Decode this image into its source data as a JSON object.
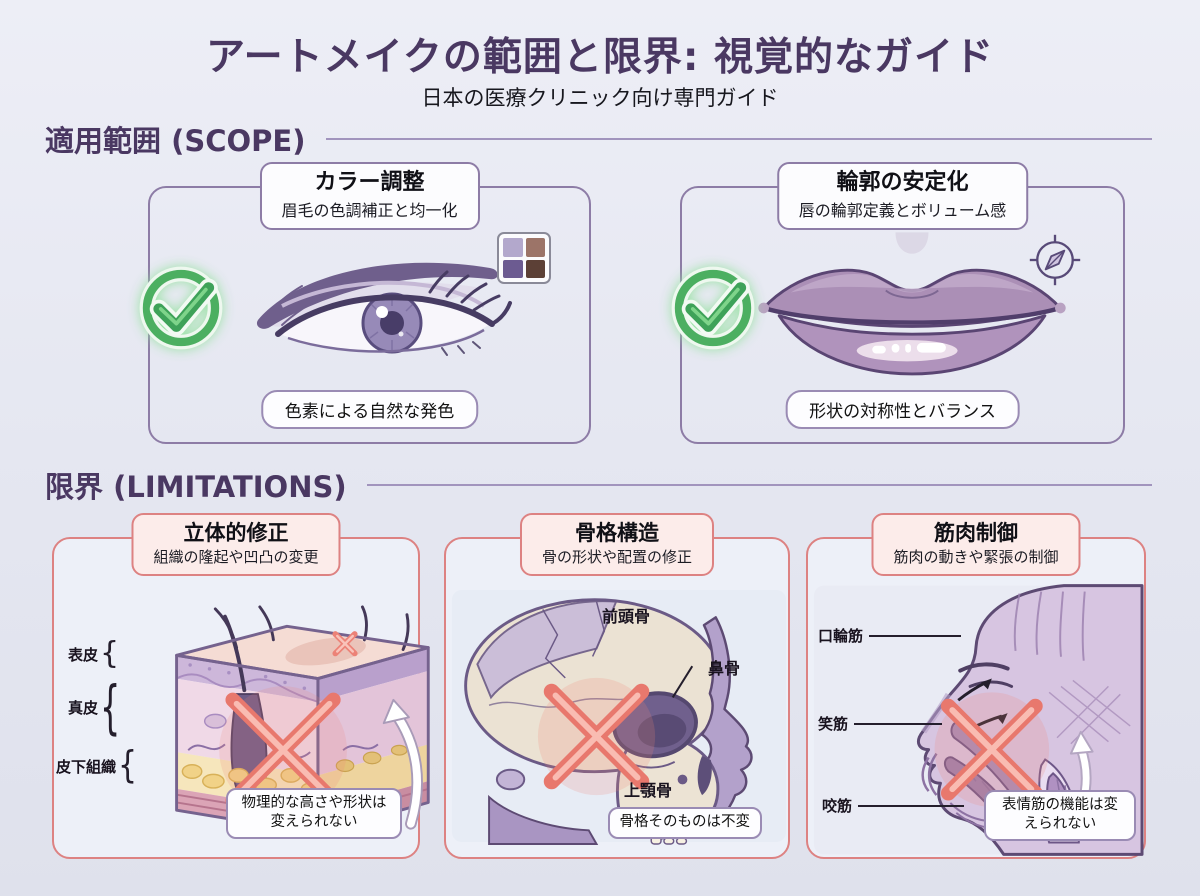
{
  "page": {
    "title": "アートメイクの範囲と限界: 視覚的なガイド",
    "subtitle": "日本の医療クリニック向け専門ガイド"
  },
  "scope": {
    "heading": "適用範囲 (SCOPE)",
    "cards": [
      {
        "title": "カラー調整",
        "subtitle": "眉毛の色調補正と均一化",
        "footer": "色素による自然な発色",
        "status_icon": "green-check",
        "illustration": "eye-and-eyebrow",
        "corner_icon": "color-swatches"
      },
      {
        "title": "輪郭の安定化",
        "subtitle": "唇の輪郭定義とボリューム感",
        "footer": "形状の対称性とバランス",
        "status_icon": "green-check",
        "illustration": "lips",
        "corner_icon": "compass"
      }
    ]
  },
  "limitations": {
    "heading": "限界 (LIMITATIONS)",
    "cards": [
      {
        "title": "立体的修正",
        "subtitle": "組織の隆起や凹凸の変更",
        "status_icon": "red-cross",
        "illustration": "skin-cross-section",
        "labels": [
          "表皮",
          "真皮",
          "皮下組織"
        ],
        "note": "物理的な高さや形状は変えられない"
      },
      {
        "title": "骨格構造",
        "subtitle": "骨の形状や配置の修正",
        "status_icon": "red-cross",
        "illustration": "skull-profile",
        "labels": [
          "前頭骨",
          "鼻骨",
          "上顎骨"
        ],
        "note": "骨格そのものは不変"
      },
      {
        "title": "筋肉制御",
        "subtitle": "筋肉の動きや緊張の制御",
        "status_icon": "red-cross",
        "illustration": "facial-muscles",
        "labels": [
          "口輪筋",
          "笑筋",
          "咬筋"
        ],
        "note": "表情筋の機能は変えられない"
      }
    ]
  },
  "colors": {
    "background": "#e6e8f1",
    "title_purple": "#4a3862",
    "scope_border": "#8d7ca6",
    "limit_border": "#dd8282",
    "check_green": "#4caf61",
    "cross_red": "#ec7e72",
    "swatches": [
      "#b3a8cc",
      "#9c7468",
      "#6c5b91",
      "#5c4036"
    ]
  }
}
